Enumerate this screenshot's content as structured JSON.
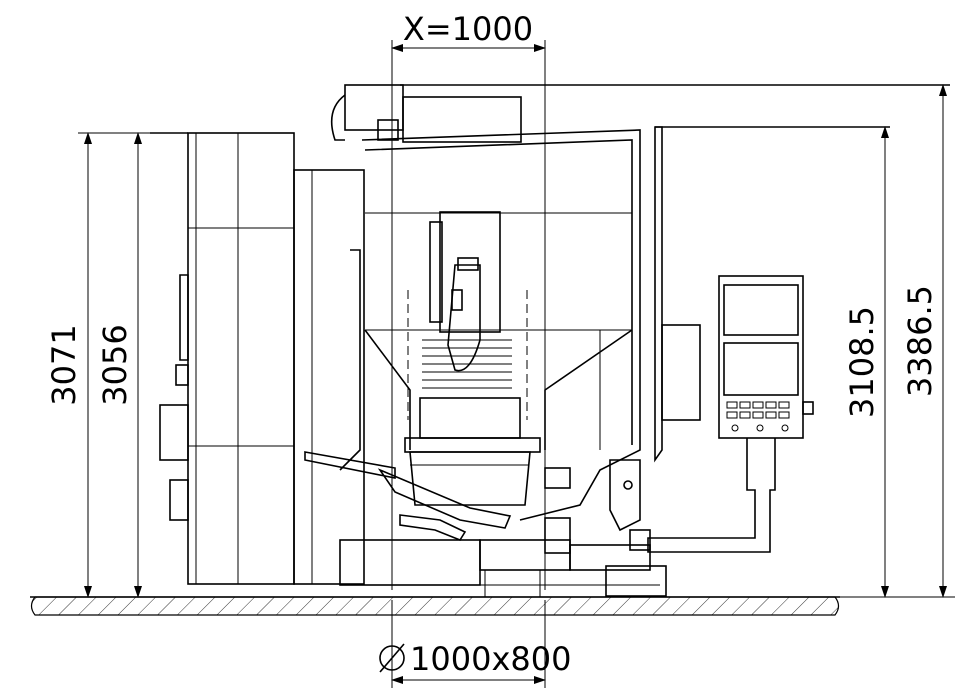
{
  "dimensions": {
    "x_travel": "X=1000",
    "table_size": "1000x800",
    "height_left_outer": "3071",
    "height_left_inner": "3056",
    "height_right_inner": "3108.5",
    "height_right_outer": "3386.5"
  },
  "symbols": {
    "diameter": "diameter-icon"
  }
}
